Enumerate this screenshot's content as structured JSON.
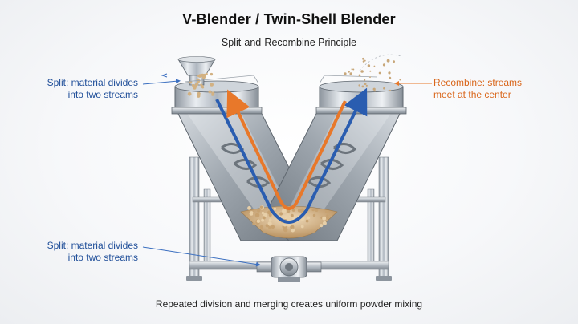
{
  "header": {
    "title": "V-Blender / Twin-Shell Blender",
    "subtitle": "Split-and-Recombine Principle"
  },
  "annotations": {
    "top_left": {
      "line1": "Split: material divides",
      "line2": "into two streams"
    },
    "top_right": {
      "line1": "Recombine: streams",
      "line2": "meet at the center"
    },
    "bottom_left": {
      "line1": "Split: material divides",
      "line2": "into two streams"
    }
  },
  "caption": "Repeated division and merging creates uniform powder mixing",
  "colors": {
    "split_stream": "#2a5db0",
    "recombine_stream": "#e8782a",
    "steel": "#b9c0c8",
    "powder": "#d8b98e"
  },
  "icons": [
    "feed-hopper-icon",
    "discharge-valve-icon",
    "spiral-agitator-icon"
  ]
}
